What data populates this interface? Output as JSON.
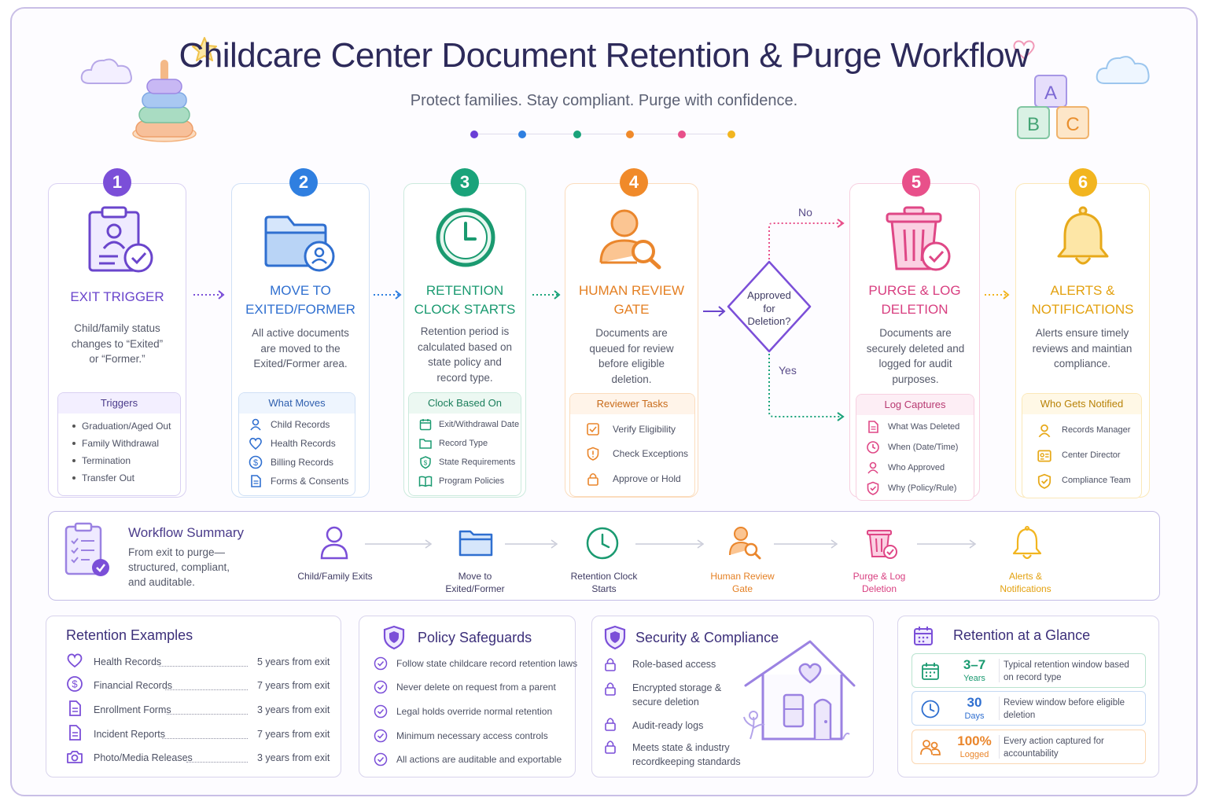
{
  "header": {
    "title": "Childcare Center Document Retention & Purge Workflow",
    "subtitle": "Protect families. Stay compliant. Purge with confidence.",
    "dot_colors": [
      "#6b3fd6",
      "#2f7fe0",
      "#1aa37a",
      "#f08a2a",
      "#e8508a",
      "#f2b51f"
    ]
  },
  "steps": [
    {
      "num": "1",
      "title": "Exit Trigger",
      "desc": "Child/family status changes to “Exited” or “Former.”",
      "color": "#7b4fd8",
      "icon": "clipboard-check-icon",
      "sub_title": "Triggers",
      "items": [
        "Graduation/Aged Out",
        "Family Withdrawal",
        "Termination",
        "Transfer Out"
      ]
    },
    {
      "num": "2",
      "title": "Move to Exited/Former",
      "desc": "All active documents are moved to the Exited/Former area.",
      "color": "#2f7fe0",
      "icon": "folder-user-icon",
      "sub_title": "What Moves",
      "items": [
        "Child Records",
        "Health Records",
        "Billing Records",
        "Forms & Consents"
      ],
      "item_icons": [
        "person-icon",
        "heart-icon",
        "dollar-icon",
        "document-icon"
      ]
    },
    {
      "num": "3",
      "title": "Retention Clock Starts",
      "desc": "Retention period is calculated based on state policy and record type.",
      "color": "#1aa37a",
      "icon": "clock-icon",
      "sub_title": "Clock Based On",
      "items": [
        "Exit/Withdrawal Date",
        "Record Type",
        "State Requirements",
        "Program Policies"
      ],
      "item_icons": [
        "calendar-icon",
        "folder-icon",
        "shield-icon",
        "book-icon"
      ]
    },
    {
      "num": "4",
      "title": "Human Review Gate",
      "desc": "Documents are queued for review before eligible deletion.",
      "color": "#f08a2a",
      "icon": "person-search-icon",
      "sub_title": "Reviewer Tasks",
      "items": [
        "Verify Eligibility",
        "Check Exceptions",
        "Approve or Hold"
      ],
      "item_icons": [
        "checkbox-icon",
        "alert-shield-icon",
        "lock-icon"
      ]
    },
    {
      "num": "5",
      "title": "Purge & Log Deletion",
      "desc": "Documents are securely deleted and logged for audit purposes.",
      "color": "#e8508a",
      "icon": "trash-check-icon",
      "sub_title": "Log Captures",
      "items": [
        "What Was Deleted",
        "When (Date/Time)",
        "Who Approved",
        "Why (Policy/Rule)"
      ],
      "item_icons": [
        "document-icon",
        "clock-icon",
        "person-icon",
        "shield-check-icon"
      ]
    },
    {
      "num": "6",
      "title": "Alerts & Notifications",
      "desc": "Alerts ensure timely reviews and maintian compliance.",
      "color": "#f2b51f",
      "icon": "bell-icon",
      "sub_title": "Who Gets Notified",
      "items": [
        "Records Manager",
        "Center Director",
        "Compliance Team"
      ],
      "item_icons": [
        "person-icon",
        "id-card-icon",
        "shield-check-icon"
      ]
    }
  ],
  "decision": {
    "text": "Approved for Deletion?",
    "no": "No",
    "yes": "Yes"
  },
  "summary": {
    "title": "Workflow Summary",
    "desc": "From exit to purge—structured, compliant, and auditable.",
    "flow": [
      "Child/Family Exits",
      "Move to Exited/Former",
      "Retention Clock Starts",
      "Human Review Gate",
      "Purge & Log Deletion",
      "Alerts & Notifications"
    ]
  },
  "retention_examples": {
    "title": "Retention Examples",
    "rows": [
      {
        "label": "Health Records",
        "value": "5 years from exit",
        "icon": "heart-icon"
      },
      {
        "label": "Financial Records",
        "value": "7 years from exit",
        "icon": "dollar-icon"
      },
      {
        "label": "Enrollment Forms",
        "value": "3 years from exit",
        "icon": "document-icon"
      },
      {
        "label": "Incident Reports",
        "value": "7 years from exit",
        "icon": "document-icon"
      },
      {
        "label": "Photo/Media Releases",
        "value": "3 years from exit",
        "icon": "camera-icon"
      }
    ]
  },
  "policy": {
    "title": "Policy Safeguards",
    "items": [
      "Follow state childcare record retention laws",
      "Never delete on request from a parent",
      "Legal holds override normal retention",
      "Minimum necessary access controls",
      "All actions are auditable and exportable"
    ]
  },
  "security": {
    "title": "Security & Compliance",
    "items": [
      "Role-based access",
      "Encrypted storage & secure deletion",
      "Audit-ready logs",
      "Meets state & industry recordkeeping standards"
    ]
  },
  "glance": {
    "title": "Retention at a Glance",
    "rows": [
      {
        "num": "3–7",
        "unit": "Years",
        "desc": "Typical retention window based on record type",
        "color": "#1aa37a"
      },
      {
        "num": "30",
        "unit": "Days",
        "desc": "Review window before eligible deletion",
        "color": "#2f6fd0"
      },
      {
        "num": "100%",
        "unit": "Logged",
        "desc": "Every action captured for accountability",
        "color": "#f08a2a"
      }
    ]
  }
}
